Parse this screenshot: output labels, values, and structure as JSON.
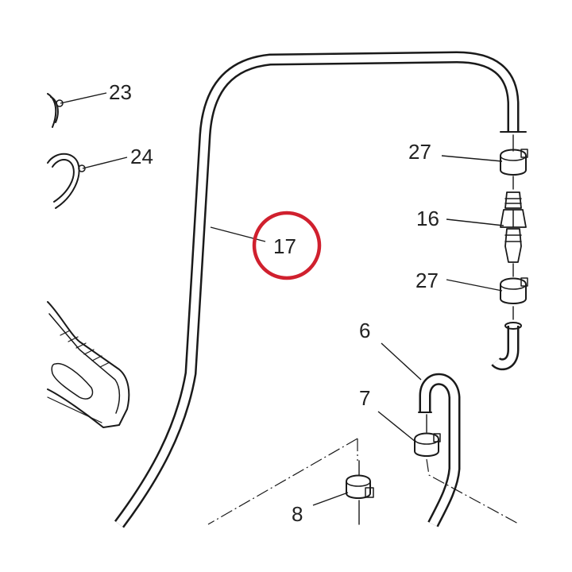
{
  "diagram": {
    "highlight_color": "#d0202e",
    "line_color": "#1a1a1a",
    "highlighted_part": "17",
    "callouts": [
      {
        "id": "23",
        "label": "23"
      },
      {
        "id": "24",
        "label": "24"
      },
      {
        "id": "27a",
        "label": "27"
      },
      {
        "id": "16",
        "label": "16"
      },
      {
        "id": "17",
        "label": "17"
      },
      {
        "id": "27b",
        "label": "27"
      },
      {
        "id": "6",
        "label": "6"
      },
      {
        "id": "7",
        "label": "7"
      },
      {
        "id": "8",
        "label": "8"
      }
    ]
  }
}
